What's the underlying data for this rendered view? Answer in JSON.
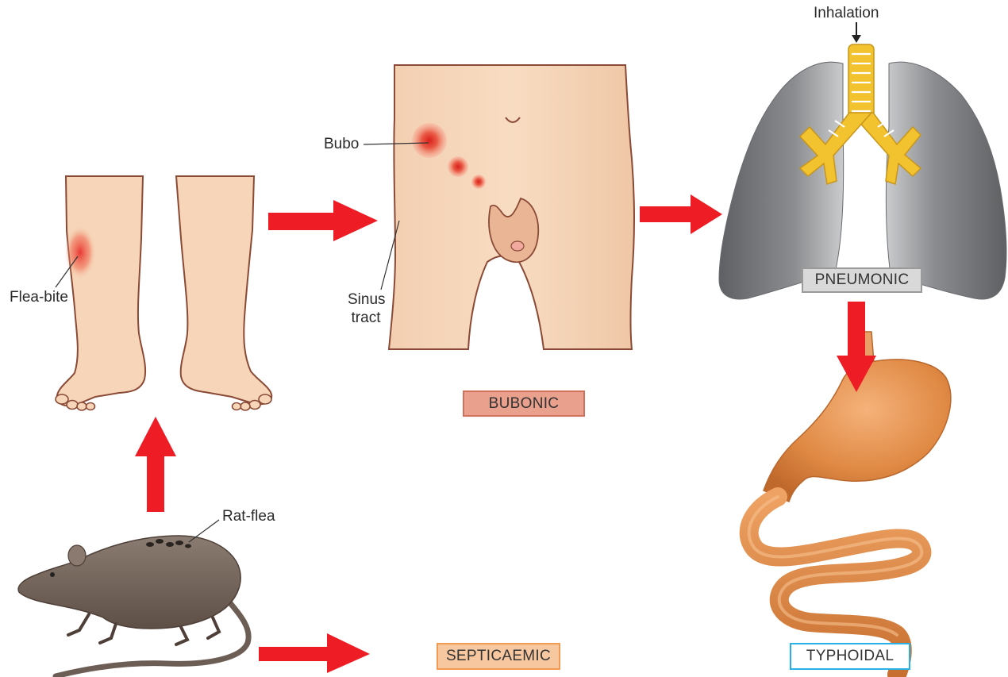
{
  "labels": {
    "flea_bite": "Flea-bite",
    "bubo": "Bubo",
    "sinus_tract_line1": "Sinus",
    "sinus_tract_line2": "tract",
    "inhalation": "Inhalation",
    "rat_flea": "Rat-flea"
  },
  "forms": {
    "bubonic": "BUBONIC",
    "pneumonic": "PNEUMONIC",
    "septicaemic": "SEPTICAEMIC",
    "typhoidal": "TYPHOIDAL"
  },
  "colors": {
    "arrow": "#ee1c25",
    "skin": "#f6d5b8",
    "skin_outline": "#8a4a36",
    "lesion": "#e8312d",
    "lung": "#7e8083",
    "bronchi": "#f2c22f",
    "stomach": "#dd8a45",
    "rat": "#7a6a60",
    "bubonic_fill": "#e9a08c",
    "pneumonic_fill": "#d9d9d9",
    "septicaemic_fill": "#f7c8a0",
    "typhoidal_border": "#26b2e6"
  }
}
